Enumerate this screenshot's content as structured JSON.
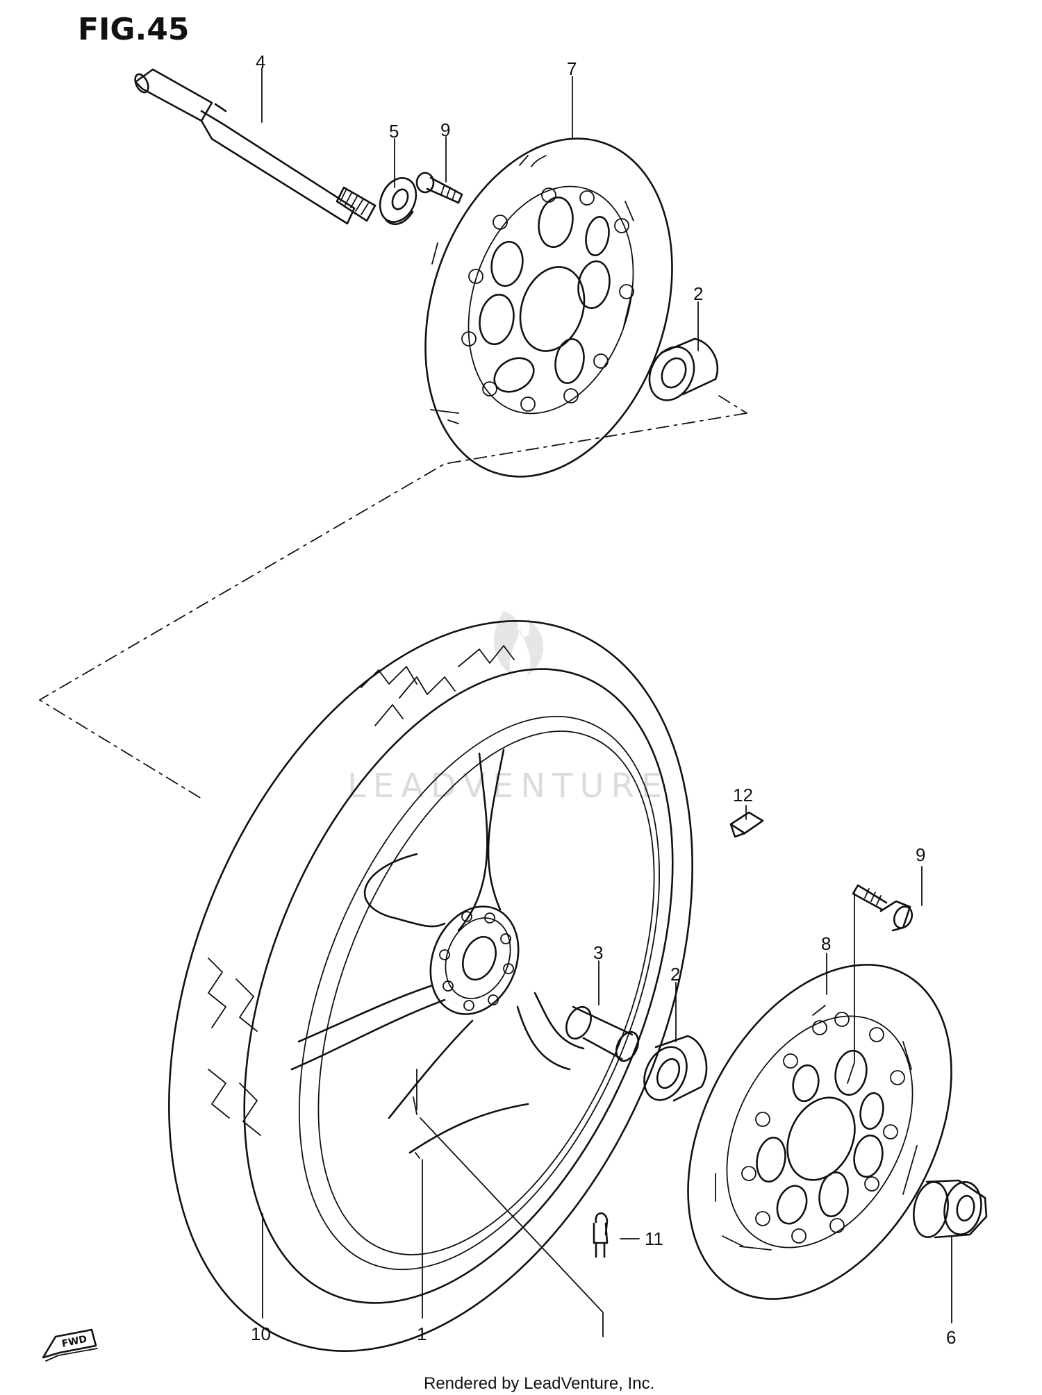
{
  "figure": {
    "title": "FIG.45",
    "fwd_label": "FWD",
    "watermark": "LEADVENTURE",
    "footer": "Rendered by LeadVenture, Inc."
  },
  "callouts": {
    "c1": "1",
    "c2a": "2",
    "c2b": "2",
    "c3": "3",
    "c4": "4",
    "c5": "5",
    "c6": "6",
    "c7": "7",
    "c8": "8",
    "c9a": "9",
    "c9b": "9",
    "c10": "10",
    "c11": "11",
    "c12": "12"
  },
  "colors": {
    "line": "#111111",
    "background": "#ffffff",
    "watermark": "#dcdcdc"
  }
}
